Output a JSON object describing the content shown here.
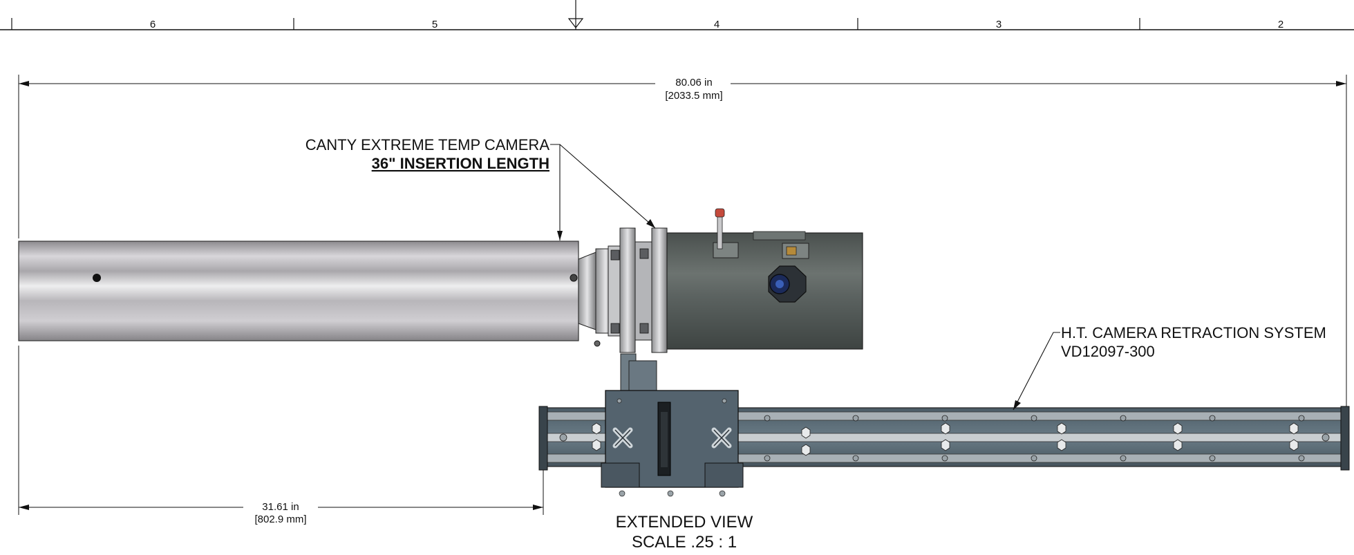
{
  "zone_labels": [
    "6",
    "5",
    "4",
    "3",
    "2"
  ],
  "overall_dimension": {
    "inches": "80.06 in",
    "mm": "[2033.5 mm]"
  },
  "partial_dimension": {
    "inches": "31.61 in",
    "mm": "[802.9 mm]"
  },
  "callouts": {
    "camera": {
      "line1": "CANTY EXTREME TEMP CAMERA",
      "line2": "36\" INSERTION LENGTH"
    },
    "retraction": {
      "line1": "H.T. CAMERA RETRACTION SYSTEM",
      "line2": "VD12097-300"
    }
  },
  "view_label": {
    "line1": "EXTENDED VIEW",
    "line2": "SCALE .25 : 1"
  },
  "colors": {
    "line": "#111111",
    "tube_mid": "#d4d2d6",
    "camera_body": "#5e6562",
    "rail": "#5b6c76",
    "carriage": "#54636e"
  }
}
